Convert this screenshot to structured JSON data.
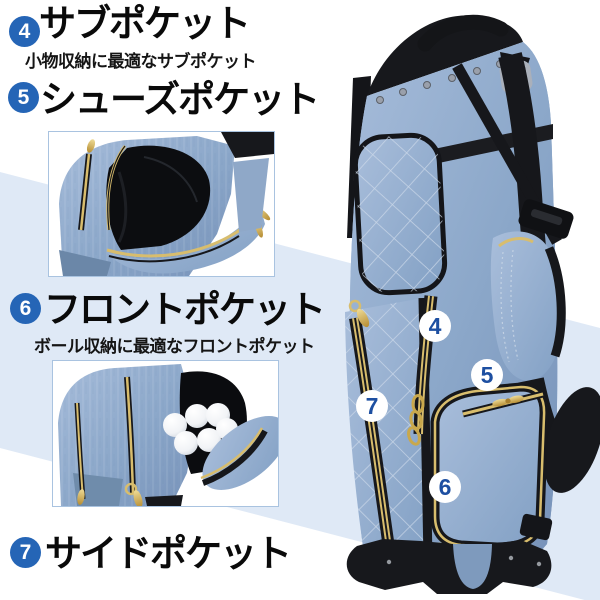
{
  "figure": {
    "language": "ja",
    "features": [
      {
        "num": "4",
        "title": "サブポケット",
        "subtitle": "小物収納に最適なサブポケット"
      },
      {
        "num": "5",
        "title": "シューズポケット",
        "subtitle": ""
      },
      {
        "num": "6",
        "title": "フロントポケット",
        "subtitle": "ボール収納に最適なフロントポケット"
      },
      {
        "num": "7",
        "title": "サイドポケット",
        "subtitle": ""
      }
    ],
    "bag_markers": [
      {
        "num": "4"
      },
      {
        "num": "5"
      },
      {
        "num": "6"
      },
      {
        "num": "7"
      }
    ],
    "photos": [
      {
        "name": "sub-shoes-pocket-open"
      },
      {
        "name": "front-pocket-with-golf-balls"
      }
    ],
    "colors": {
      "badge_blue": "#2565b6",
      "marker_number_blue": "#1d4fa1",
      "background_band": "#dfe9f6",
      "denim_blue": "#8ba7c9",
      "zipper_gold": "#d8bd6d",
      "trim_black": "#17181c"
    }
  }
}
